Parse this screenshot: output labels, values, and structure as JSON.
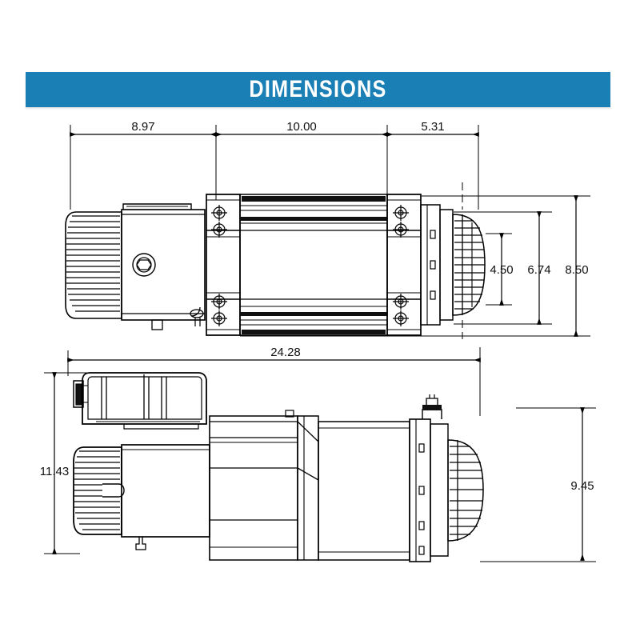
{
  "header": {
    "title": "DIMENSIONS",
    "banner_color": "#1a7fb5",
    "text_color": "#ffffff"
  },
  "drawing": {
    "type": "engineering-dimension-drawing",
    "subject": "electric winch",
    "views": [
      {
        "name": "top-view",
        "label": ""
      },
      {
        "name": "front-view",
        "label": ""
      }
    ],
    "units_note": "",
    "line_color": "#000000",
    "background_color": "#ffffff"
  },
  "dimensions": {
    "top_view_horizontal": [
      {
        "name": "motor-length",
        "value": "8.97"
      },
      {
        "name": "drum-length",
        "value": "10.00"
      },
      {
        "name": "gearbox-length",
        "value": "5.31"
      }
    ],
    "top_view_vertical": [
      {
        "name": "clutch-knob-diameter",
        "value": "4.50"
      },
      {
        "name": "gearbox-height",
        "value": "6.74"
      },
      {
        "name": "overall-width",
        "value": "8.50"
      }
    ],
    "front_view_horizontal": [
      {
        "name": "overall-length",
        "value": "24.28"
      }
    ],
    "front_view_vertical": [
      {
        "name": "overall-height-with-control-box",
        "value": "11.43"
      },
      {
        "name": "overall-height",
        "value": "9.45"
      }
    ]
  }
}
